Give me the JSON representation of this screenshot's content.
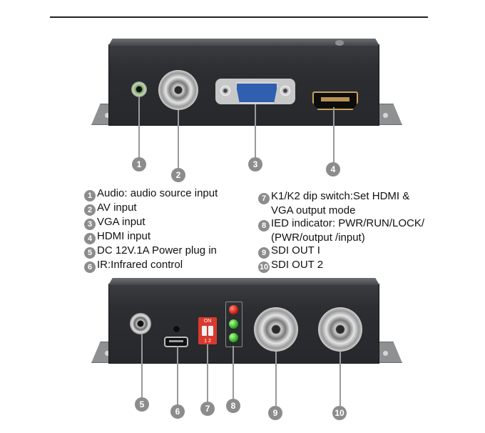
{
  "legend_left": [
    {
      "num": "1",
      "text": "Audio: audio source input"
    },
    {
      "num": "2",
      "text": "AV input"
    },
    {
      "num": "3",
      "text": "VGA input"
    },
    {
      "num": "4",
      "text": "HDMI input"
    },
    {
      "num": "5",
      "text": "DC 12V.1A Power plug in"
    },
    {
      "num": "6",
      "text": "IR:Infrared control"
    }
  ],
  "legend_right": [
    {
      "num": "7",
      "text": "K1/K2 dip switch:Set HDMI &",
      "cont": "VGA output mode"
    },
    {
      "num": "8",
      "text": "IED indicator: PWR/RUN/LOCK/",
      "cont": "(PWR/output /input)"
    },
    {
      "num": "9",
      "text": "SDI OUT I",
      "cont": ""
    },
    {
      "num": "10",
      "text": "SDI OUT 2",
      "cont": ""
    }
  ],
  "front_badges": [
    "1",
    "2",
    "3",
    "4"
  ],
  "back_badges": [
    "5",
    "6",
    "7",
    "8",
    "9",
    "10"
  ],
  "dip_switch": {
    "on_label": "ON",
    "numbers": "1 2"
  },
  "colors": {
    "badge": "#8c8c8c",
    "vga_blue": "#2f5fae",
    "dip_red": "#d93a2e",
    "hdmi_gold": "#c9a35a"
  }
}
